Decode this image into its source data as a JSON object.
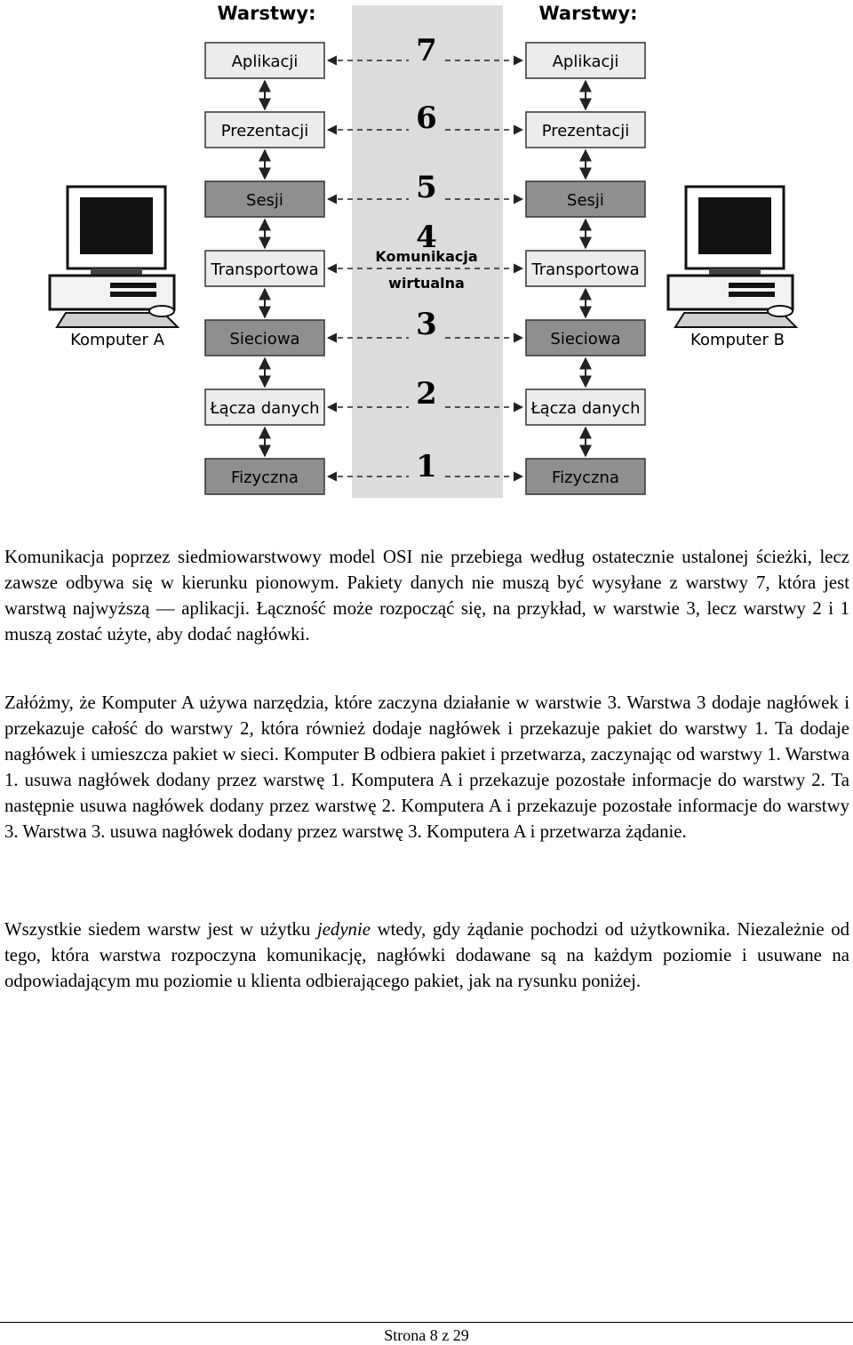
{
  "figure": {
    "header_left": "Warstwy:",
    "header_right": "Warstwy:",
    "layers_left": [
      "Aplikacji",
      "Prezentacji",
      "Sesji",
      "Transportowa",
      "Sieciowa",
      "Łącza danych",
      "Fizyczna"
    ],
    "layers_right": [
      "Aplikacji",
      "Prezentacji",
      "Sesji",
      "Transportowa",
      "Sieciowa",
      "Łącza danych",
      "Fizyczna"
    ],
    "layer_numbers": [
      "7",
      "6",
      "5",
      "4",
      "3",
      "2",
      "1"
    ],
    "virtual_label_line1": "Komunikacja",
    "virtual_label_line2": "wirtualna",
    "computer_a": "Komputer A",
    "computer_b": "Komputer B"
  },
  "paragraphs": {
    "p1": "Komunikacja poprzez siedmiowarstwowy model OSI nie przebiega według ostatecznie ustalonej ścieżki, lecz zawsze odbywa się w kierunku pionowym. Pakiety danych nie muszą być wysyłane z warstwy 7, która jest warstwą najwyższą — aplikacji. Łączność może rozpocząć się, na przykład, w warstwie 3, lecz warstwy 2 i 1 muszą zostać użyte, aby dodać nagłówki.",
    "p2": "Załóżmy, że Komputer A używa narzędzia, które zaczyna działanie w warstwie 3. Warstwa 3 dodaje nagłówek i przekazuje całość do warstwy 2, która również dodaje nagłówek i przekazuje pakiet do warstwy 1. Ta dodaje nagłówek i umieszcza pakiet w sieci. Komputer B odbiera pakiet i przetwarza, zaczynając od warstwy 1. Warstwa 1. usuwa nagłówek dodany przez warstwę 1. Komputera A i przekazuje pozostałe informacje do warstwy 2. Ta następnie usuwa nagłówek dodany przez warstwę 2. Komputera A i przekazuje pozostałe informacje do warstwy 3. Warstwa 3. usuwa nagłówek dodany przez warstwę 3. Komputera A i przetwarza żądanie.",
    "p3_before": "Wszystkie siedem warstw jest w użytku ",
    "p3_emph": "jedynie",
    "p3_after": " wtedy, gdy żądanie pochodzi od użytkownika. Niezależnie od tego, która warstwa rozpoczyna komunikację, nagłówki dodawane są na każdym poziomie i usuwane na odpowiadającym mu poziomie u klienta odbierającego pakiet, jak na rysunku poniżej."
  },
  "footer": {
    "page_label": "Strona 8 z 29"
  }
}
